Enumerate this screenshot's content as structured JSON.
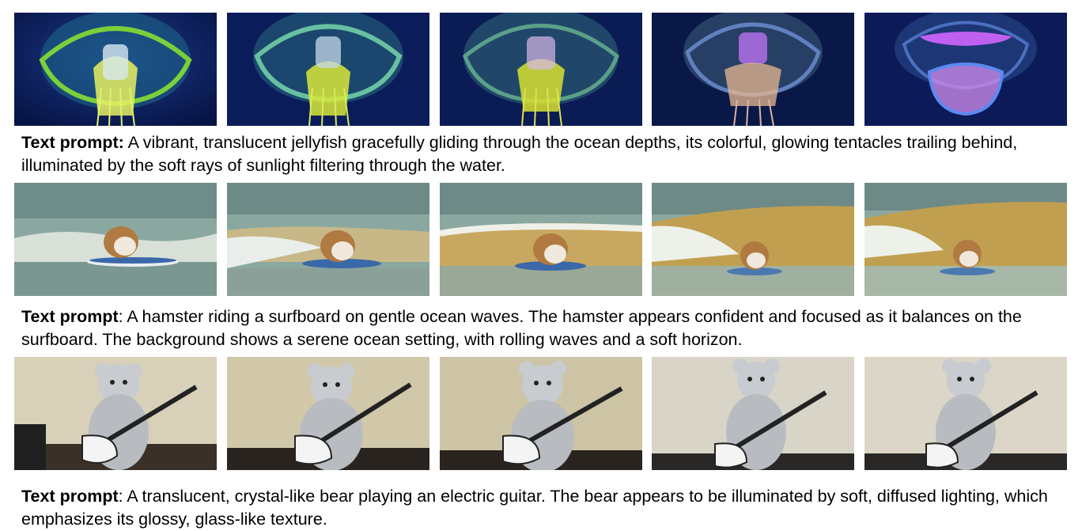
{
  "figure": {
    "rows": [
      {
        "id": "jellyfish",
        "label": "Text prompt:",
        "prompt": " A vibrant, translucent jellyfish gracefully gliding through the ocean depths, its colorful, glowing tentacles trailing behind, illuminated by the soft rays of sunlight filtering through the water.",
        "frame_count": 5
      },
      {
        "id": "hamster",
        "label": "Text prompt",
        "prompt": ": A hamster riding a surfboard on gentle ocean waves. The hamster appears confident and focused as it balances on the surfboard. The background shows a serene ocean setting, with rolling waves and a soft horizon.",
        "frame_count": 5
      },
      {
        "id": "bear",
        "label": "Text prompt",
        "prompt": ": A translucent, crystal-like bear playing an electric guitar. The bear appears to be illuminated by soft, diffused lighting, which emphasizes its glossy, glass-like texture.",
        "frame_count": 5
      }
    ]
  },
  "colors": {
    "ocean_deep": "#0a1d5a",
    "jelly_green": "#7ad03a",
    "jelly_purple": "#b070e8",
    "sea_water": "#8aa8a0",
    "sand_wave": "#c8a860",
    "bear_wall": "#d8d0b8",
    "bear_glass": "#c8ccd0"
  }
}
